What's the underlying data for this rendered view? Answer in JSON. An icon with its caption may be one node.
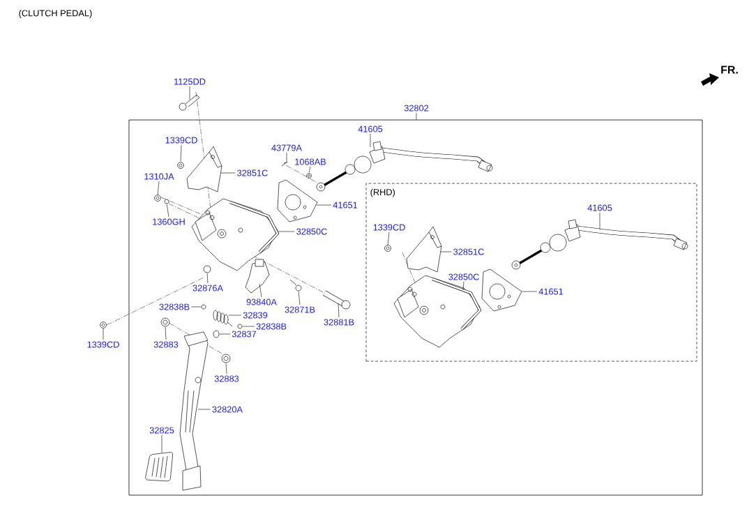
{
  "diagram": {
    "title": "(CLUTCH PEDAL)",
    "nodes": [
      {
        "text": [],
        "shape": "box"
      },
      {
        "text": [
          "(RHD)"
        ],
        "in": 0
      },
      {
        "text": [
          "32802"
        ]
      },
      {
        "text": [
          "1125DD"
        ]
      },
      {
        "text": [
          "1339CD"
        ],
        "in": 0
      },
      {
        "text": [
          "32851C"
        ],
        "in": 0
      },
      {
        "text": [
          "43779A"
        ],
        "in": 0
      },
      {
        "text": [
          "1068AB"
        ],
        "in": 0
      },
      {
        "text": [
          "1310JA"
        ],
        "in": 0
      },
      {
        "text": [
          "1360GH"
        ],
        "in": 0
      },
      {
        "text": [
          "41605"
        ],
        "in": 0
      },
      {
        "text": [
          "41651"
        ],
        "in": 0
      },
      {
        "text": [
          "32850C"
        ],
        "in": 0
      },
      {
        "text": [
          "32876A"
        ],
        "in": 0
      },
      {
        "text": [
          "93840A"
        ],
        "in": 0
      },
      {
        "text": [
          "32871B"
        ],
        "in": 0
      },
      {
        "text": [
          "32881B"
        ],
        "in": 0
      },
      {
        "text": [
          "32838B"
        ],
        "in": 0
      },
      {
        "text": [
          "32839"
        ],
        "in": 0
      },
      {
        "text": [
          "32838B"
        ],
        "in": 0
      },
      {
        "text": [
          "32837"
        ],
        "in": 0
      },
      {
        "text": [
          "32883"
        ],
        "in": 0
      },
      {
        "text": [
          "32883"
        ],
        "in": 0
      },
      {
        "text": [
          "32820A"
        ],
        "in": 0
      },
      {
        "text": [
          "32825"
        ],
        "in": 0
      },
      {
        "text": [
          "1339CD"
        ]
      },
      {
        "text": [
          "1339CD"
        ],
        "in": 1
      },
      {
        "text": [
          "32851C"
        ],
        "in": 1
      },
      {
        "text": [
          "32850C"
        ],
        "in": 1
      },
      {
        "text": [
          "41651"
        ],
        "in": 1
      },
      {
        "text": [
          "41605"
        ],
        "in": 1
      },
      {
        "text": [],
        "shape": "picture"
      },
      {
        "text": [],
        "shape": "picture",
        "in": 0
      },
      {
        "text": [],
        "shape": "picture",
        "in": 0
      },
      {
        "text": [],
        "shape": "picture",
        "in": 0
      },
      {
        "text": [],
        "shape": "picture",
        "in": 0
      },
      {
        "text": [],
        "shape": "picture",
        "in": 0
      },
      {
        "text": [],
        "shape": "picture",
        "in": 0
      },
      {
        "text": [],
        "shape": "picture",
        "in": 0
      },
      {
        "text": [],
        "shape": "picture",
        "in": 0
      },
      {
        "text": [],
        "shape": "picture",
        "in": 0
      },
      {
        "text": [],
        "shape": "picture",
        "in": 0
      },
      {
        "text": [],
        "shape": "picture",
        "in": 0
      },
      {
        "text": [],
        "shape": "picture",
        "in": 0
      },
      {
        "text": [],
        "shape": "picture",
        "in": 0
      },
      {
        "text": [],
        "shape": "picture",
        "in": 0
      },
      {
        "text": [],
        "shape": "picture",
        "in": 0
      },
      {
        "text": [],
        "shape": "picture",
        "in": 0
      },
      {
        "text": [],
        "shape": "picture",
        "in": 0
      },
      {
        "text": [],
        "shape": "picture",
        "in": 0
      },
      {
        "text": [],
        "shape": "picture",
        "in": 0
      },
      {
        "text": [],
        "shape": "picture",
        "in": 0
      },
      {
        "text": [],
        "shape": "picture",
        "in": 0
      },
      {
        "text": [],
        "shape": "picture"
      },
      {
        "text": [],
        "shape": "picture",
        "in": 1
      },
      {
        "text": [],
        "shape": "picture",
        "in": 1
      },
      {
        "text": [],
        "shape": "picture",
        "in": 1
      },
      {
        "text": [],
        "shape": "picture",
        "in": 1
      },
      {
        "text": [],
        "shape": "picture",
        "in": 1
      }
    ],
    "edges": [
      {
        "from": 2,
        "to": 0,
        "arrow": "none"
      },
      {
        "from": 3,
        "to": 31,
        "arrow": "none"
      },
      {
        "from": 4,
        "to": 32,
        "arrow": "none"
      },
      {
        "from": 5,
        "to": 33,
        "arrow": "none"
      },
      {
        "from": 6,
        "to": 34,
        "arrow": "none"
      },
      {
        "from": 7,
        "to": 35,
        "arrow": "none"
      },
      {
        "from": 8,
        "to": 36,
        "arrow": "none"
      },
      {
        "from": 9,
        "to": 37,
        "arrow": "none"
      },
      {
        "from": 10,
        "to": 38,
        "arrow": "none"
      },
      {
        "from": 11,
        "to": 39,
        "arrow": "none"
      },
      {
        "from": 12,
        "to": 40,
        "arrow": "none"
      },
      {
        "from": 13,
        "to": 41,
        "arrow": "none"
      },
      {
        "from": 14,
        "to": 42,
        "arrow": "none"
      },
      {
        "from": 15,
        "to": 43,
        "arrow": "none"
      },
      {
        "from": 16,
        "to": 44,
        "arrow": "none"
      },
      {
        "from": 17,
        "to": 45,
        "arrow": "none"
      },
      {
        "from": 18,
        "to": 46,
        "arrow": "none"
      },
      {
        "from": 19,
        "to": 47,
        "arrow": "none"
      },
      {
        "from": 20,
        "to": 48,
        "arrow": "none"
      },
      {
        "from": 21,
        "to": 49,
        "arrow": "none"
      },
      {
        "from": 22,
        "to": 50,
        "arrow": "none"
      },
      {
        "from": 23,
        "to": 51,
        "arrow": "none"
      },
      {
        "from": 24,
        "to": 52,
        "arrow": "none"
      },
      {
        "from": 25,
        "to": 53,
        "arrow": "none"
      },
      {
        "from": 26,
        "to": 54,
        "arrow": "none"
      },
      {
        "from": 27,
        "to": 55,
        "arrow": "none"
      },
      {
        "from": 28,
        "to": 56,
        "arrow": "none"
      },
      {
        "from": 29,
        "to": 57,
        "arrow": "none"
      },
      {
        "from": 30,
        "to": 58,
        "arrow": "none"
      }
    ],
    "labels": [
      "FR."
    ]
  }
}
